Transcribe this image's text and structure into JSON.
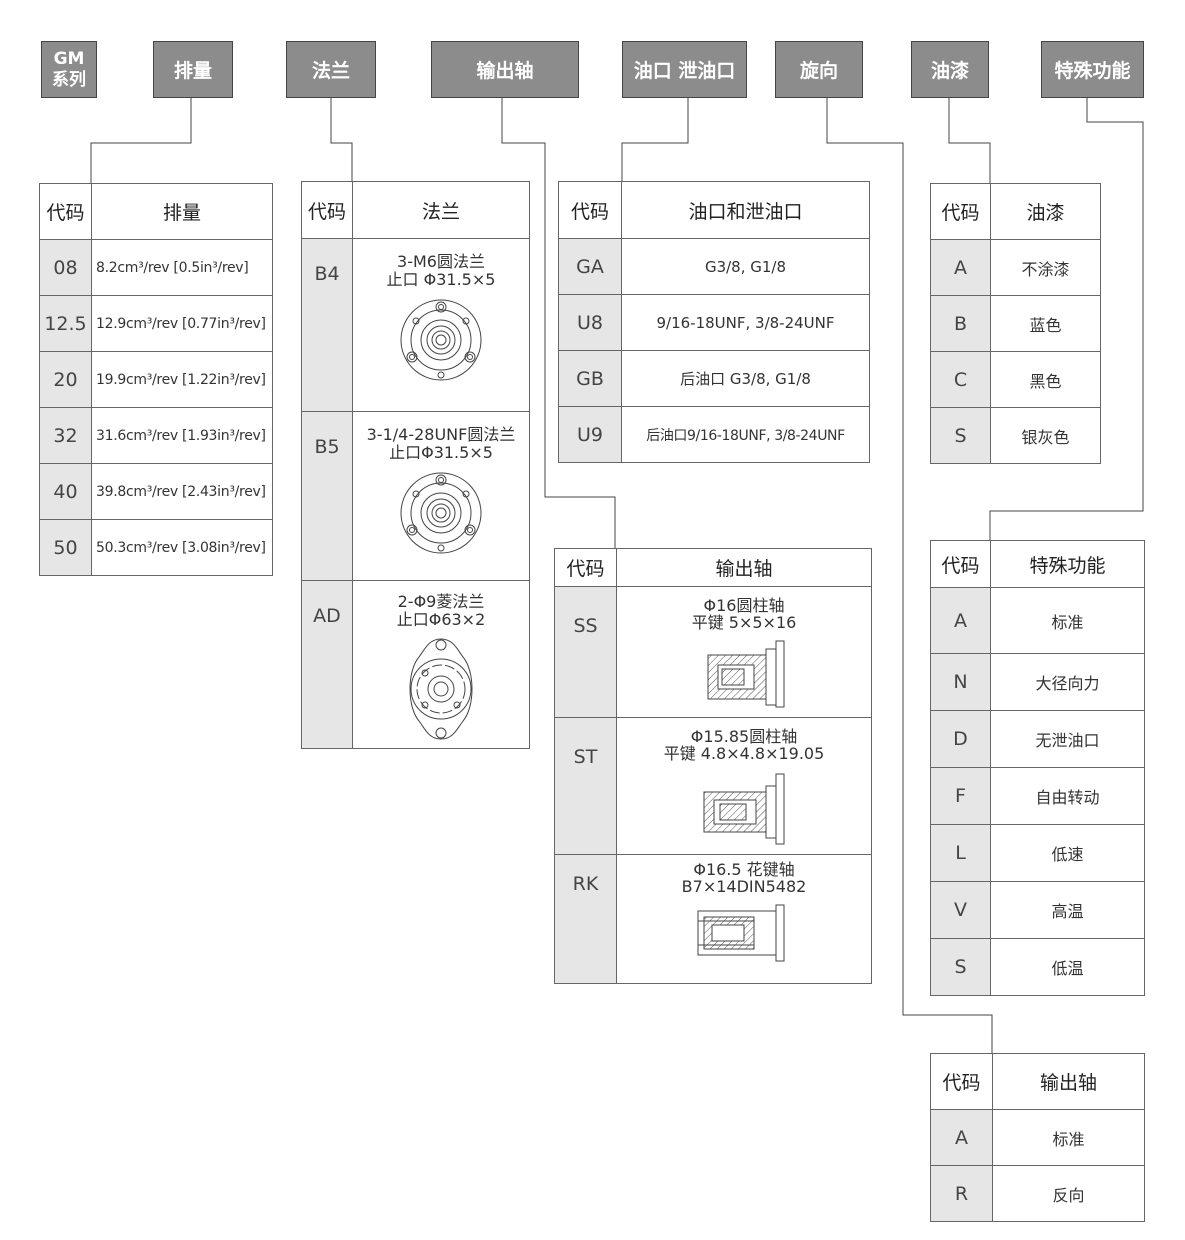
{
  "headers": {
    "series_line1": "GM",
    "series_line2": "系列",
    "displacement": "排量",
    "flange": "法兰",
    "output_shaft": "输出轴",
    "oil_port": "油口 泄油口",
    "rotation": "旋向",
    "paint": "油漆",
    "special": "特殊功能"
  },
  "displacement_table": {
    "col_code": "代码",
    "col_desc": "排量",
    "rows": [
      {
        "code": "08",
        "desc": "8.2cm³/rev [0.5in³/rev]"
      },
      {
        "code": "12.5",
        "desc": "12.9cm³/rev [0.77in³/rev]"
      },
      {
        "code": "20",
        "desc": "19.9cm³/rev [1.22in³/rev]"
      },
      {
        "code": "32",
        "desc": "31.6cm³/rev [1.93in³/rev]"
      },
      {
        "code": "40",
        "desc": "39.8cm³/rev [2.43in³/rev]"
      },
      {
        "code": "50",
        "desc": "50.3cm³/rev [3.08in³/rev]"
      }
    ]
  },
  "flange_table": {
    "col_code": "代码",
    "col_desc": "法兰",
    "rows": [
      {
        "code": "B4",
        "line1": "3-M6圆法兰",
        "line2": "止口 Φ31.5×5",
        "figure": "round-flange-drawing"
      },
      {
        "code": "B5",
        "line1": "3-1/4-28UNF圆法兰",
        "line2": "止口Φ31.5×5",
        "figure": "round-flange-drawing"
      },
      {
        "code": "AD",
        "line1": "2-Φ9菱法兰",
        "line2": "止口Φ63×2",
        "figure": "diamond-flange-drawing"
      }
    ]
  },
  "oil_port_table": {
    "col_code": "代码",
    "col_desc": "油口和泄油口",
    "rows": [
      {
        "code": "GA",
        "desc": "G3/8, G1/8"
      },
      {
        "code": "U8",
        "desc": "9/16-18UNF, 3/8-24UNF"
      },
      {
        "code": "GB",
        "desc": "后油口 G3/8, G1/8"
      },
      {
        "code": "U9",
        "desc": "后油口9/16-18UNF, 3/8-24UNF"
      }
    ]
  },
  "shaft_table": {
    "col_code": "代码",
    "col_desc": "输出轴",
    "rows": [
      {
        "code": "SS",
        "line1": "Φ16圆柱轴",
        "line2": "平键 5×5×16",
        "figure": "cylindrical-shaft-drawing"
      },
      {
        "code": "ST",
        "line1": "Φ15.85圆柱轴",
        "line2": "平键 4.8×4.8×19.05",
        "figure": "cylindrical-shaft-drawing"
      },
      {
        "code": "RK",
        "line1": "Φ16.5 花键轴",
        "line2": "B7×14DIN5482",
        "figure": "spline-shaft-drawing"
      }
    ]
  },
  "paint_table": {
    "col_code": "代码",
    "col_desc": "油漆",
    "rows": [
      {
        "code": "A",
        "desc": "不涂漆"
      },
      {
        "code": "B",
        "desc": "蓝色"
      },
      {
        "code": "C",
        "desc": "黑色"
      },
      {
        "code": "S",
        "desc": "银灰色"
      }
    ]
  },
  "special_table": {
    "col_code": "代码",
    "col_desc": "特殊功能",
    "rows": [
      {
        "code": "A",
        "desc": "标准"
      },
      {
        "code": "N",
        "desc": "大径向力"
      },
      {
        "code": "D",
        "desc": "无泄油口"
      },
      {
        "code": "F",
        "desc": "自由转动"
      },
      {
        "code": "L",
        "desc": "低速"
      },
      {
        "code": "V",
        "desc": "高温"
      },
      {
        "code": "S",
        "desc": "低温"
      }
    ]
  },
  "rotation_table": {
    "col_code": "代码",
    "col_desc": "输出轴",
    "rows": [
      {
        "code": "A",
        "desc": "标准"
      },
      {
        "code": "R",
        "desc": "反向"
      }
    ]
  },
  "colors": {
    "header_fill": "#8c8c8c",
    "code_cell_fill": "#e6e6e7",
    "border": "#444444"
  }
}
